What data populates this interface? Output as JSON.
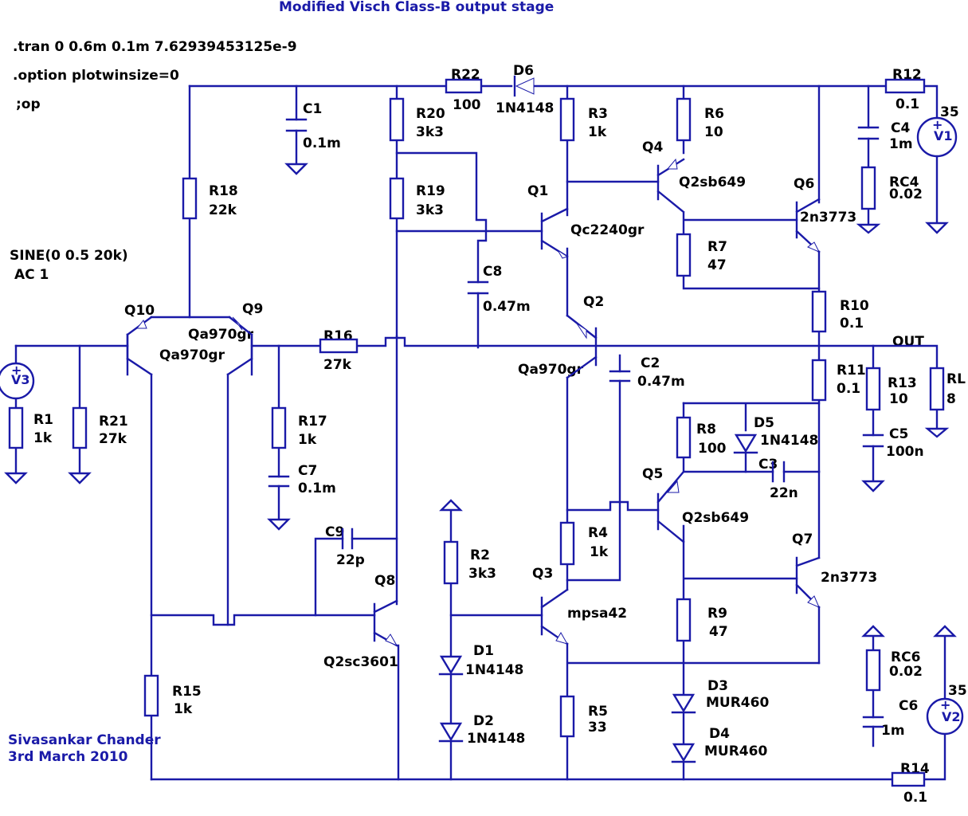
{
  "title": "Modified Visch Class-B output stage",
  "directives": {
    "tran": ".tran 0 0.6m 0.1m 7.62939453125e-9",
    "option": ".option plotwinsize=0",
    "op": ";op"
  },
  "source_spec": {
    "sine": "SINE(0 0.5 20k)",
    "ac": "AC 1"
  },
  "author": {
    "name": "Sivasankar Chander",
    "date": "3rd March 2010"
  },
  "net_label": "OUT",
  "components": {
    "R22": {
      "ref": "R22",
      "val": "100"
    },
    "D6": {
      "ref": "D6",
      "val": "1N4148"
    },
    "R12": {
      "ref": "R12",
      "val": "0.1"
    },
    "V1": {
      "ref": "V1",
      "val": "35"
    },
    "C1": {
      "ref": "C1",
      "val": "0.1m"
    },
    "R20": {
      "ref": "R20",
      "val": "3k3"
    },
    "R3": {
      "ref": "R3",
      "val": "1k"
    },
    "R6": {
      "ref": "R6",
      "val": "10"
    },
    "C4": {
      "ref": "C4",
      "val": "1m"
    },
    "RC4": {
      "ref": "RC4",
      "val": "0.02"
    },
    "Q4": {
      "ref": "Q4",
      "val": "Q2sb649"
    },
    "R18": {
      "ref": "R18",
      "val": "22k"
    },
    "R19": {
      "ref": "R19",
      "val": "3k3"
    },
    "Q1": {
      "ref": "Q1",
      "val": "Qc2240gr"
    },
    "Q6": {
      "ref": "Q6",
      "val": "2n3773"
    },
    "R7": {
      "ref": "R7",
      "val": "47"
    },
    "C8": {
      "ref": "C8",
      "val": "0.47m"
    },
    "Q2": {
      "ref": "Q2",
      "val": "Qa970gr"
    },
    "R10": {
      "ref": "R10",
      "val": "0.1"
    },
    "Q10": {
      "ref": "Q10",
      "val": "Qa970gr"
    },
    "Q9": {
      "ref": "Q9",
      "val": "Qa970gr"
    },
    "R16": {
      "ref": "R16",
      "val": "27k"
    },
    "V3": {
      "ref": "V3"
    },
    "C2": {
      "ref": "C2",
      "val": "0.47m"
    },
    "R11": {
      "ref": "R11",
      "val": "0.1"
    },
    "R13": {
      "ref": "R13",
      "val": "10"
    },
    "RL": {
      "ref": "RL",
      "val": "8"
    },
    "R1": {
      "ref": "R1",
      "val": "1k"
    },
    "R21": {
      "ref": "R21",
      "val": "27k"
    },
    "R17": {
      "ref": "R17",
      "val": "1k"
    },
    "R8": {
      "ref": "R8",
      "val": "100"
    },
    "D5": {
      "ref": "D5",
      "val": "1N4148"
    },
    "C5": {
      "ref": "C5",
      "val": "100n"
    },
    "C7": {
      "ref": "C7",
      "val": "0.1m"
    },
    "C3": {
      "ref": "C3",
      "val": "22n"
    },
    "Q5": {
      "ref": "Q5",
      "val": "Q2sb649"
    },
    "R2": {
      "ref": "R2",
      "val": "3k3"
    },
    "R4": {
      "ref": "R4",
      "val": "1k"
    },
    "C9": {
      "ref": "C9",
      "val": "22p"
    },
    "Q7": {
      "ref": "Q7",
      "val": "2n3773"
    },
    "Q8": {
      "ref": "Q8",
      "val": "Q2sc3601"
    },
    "Q3": {
      "ref": "Q3",
      "val": "mpsa42"
    },
    "R9": {
      "ref": "R9",
      "val": "47"
    },
    "D1": {
      "ref": "D1",
      "val": "1N4148"
    },
    "R15": {
      "ref": "R15",
      "val": "1k"
    },
    "RC6": {
      "ref": "RC6",
      "val": "0.02"
    },
    "R5": {
      "ref": "R5",
      "val": "33"
    },
    "D3": {
      "ref": "D3",
      "val": "MUR460"
    },
    "C6": {
      "ref": "C6",
      "val": "1m"
    },
    "V2": {
      "ref": "V2",
      "val": "35"
    },
    "D2": {
      "ref": "D2",
      "val": "1N4148"
    },
    "D4": {
      "ref": "D4",
      "val": "MUR460"
    },
    "R14": {
      "ref": "R14",
      "val": "0.1"
    }
  },
  "colors": {
    "wire": "#1a1aa8",
    "text": "#000000",
    "note": "#1a1aa8"
  }
}
